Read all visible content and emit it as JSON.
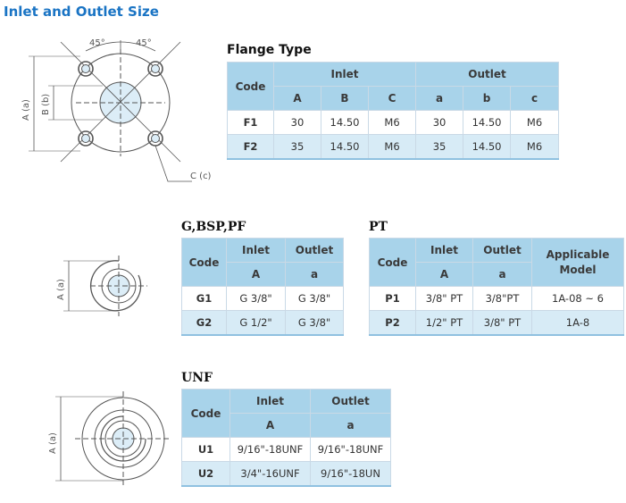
{
  "page_title": "Inlet and Outlet Size",
  "flange": {
    "title": "Flange Type",
    "header": {
      "code": "Code",
      "inlet": "Inlet",
      "outlet": "Outlet",
      "cols": [
        "A",
        "B",
        "C",
        "a",
        "b",
        "c"
      ]
    },
    "rows": [
      {
        "code": "F1",
        "vals": [
          "30",
          "14.50",
          "M6",
          "30",
          "14.50",
          "M6"
        ]
      },
      {
        "code": "F2",
        "vals": [
          "35",
          "14.50",
          "M6",
          "35",
          "14.50",
          "M6"
        ]
      }
    ],
    "diagram": {
      "angle1": "45°",
      "angle2": "45°",
      "dim_a": "A (a)",
      "dim_b": "B (b)",
      "dim_c": "C (c)"
    }
  },
  "gbsp": {
    "title": "G,BSP,PF",
    "header": {
      "code": "Code",
      "inlet": "Inlet",
      "outlet": "Outlet",
      "col_in": "A",
      "col_out": "a"
    },
    "rows": [
      {
        "code": "G1",
        "inlet": "G 3/8\"",
        "outlet": "G 3/8\""
      },
      {
        "code": "G2",
        "inlet": "G 1/2\"",
        "outlet": "G 3/8\""
      }
    ],
    "diagram": {
      "dim_a": "A (a)"
    }
  },
  "pt": {
    "title": "PT",
    "header": {
      "code": "Code",
      "inlet": "Inlet",
      "outlet": "Outlet",
      "col_in": "A",
      "col_out": "a",
      "applicable": "Applicable\nModel"
    },
    "rows": [
      {
        "code": "P1",
        "inlet": "3/8\" PT",
        "outlet": "3/8\"PT",
        "model": "1A-08 ~ 6"
      },
      {
        "code": "P2",
        "inlet": "1/2\" PT",
        "outlet": "3/8\" PT",
        "model": "1A-8"
      }
    ]
  },
  "unf": {
    "title": "UNF",
    "header": {
      "code": "Code",
      "inlet": "Inlet",
      "outlet": "Outlet",
      "col_in": "A",
      "col_out": "a"
    },
    "rows": [
      {
        "code": "U1",
        "inlet": "9/16\"-18UNF",
        "outlet": "9/16\"-18UNF"
      },
      {
        "code": "U2",
        "inlet": "3/4\"-16UNF",
        "outlet": "9/16\"-18UN"
      }
    ],
    "diagram": {
      "dim_a": "A (a)"
    }
  }
}
